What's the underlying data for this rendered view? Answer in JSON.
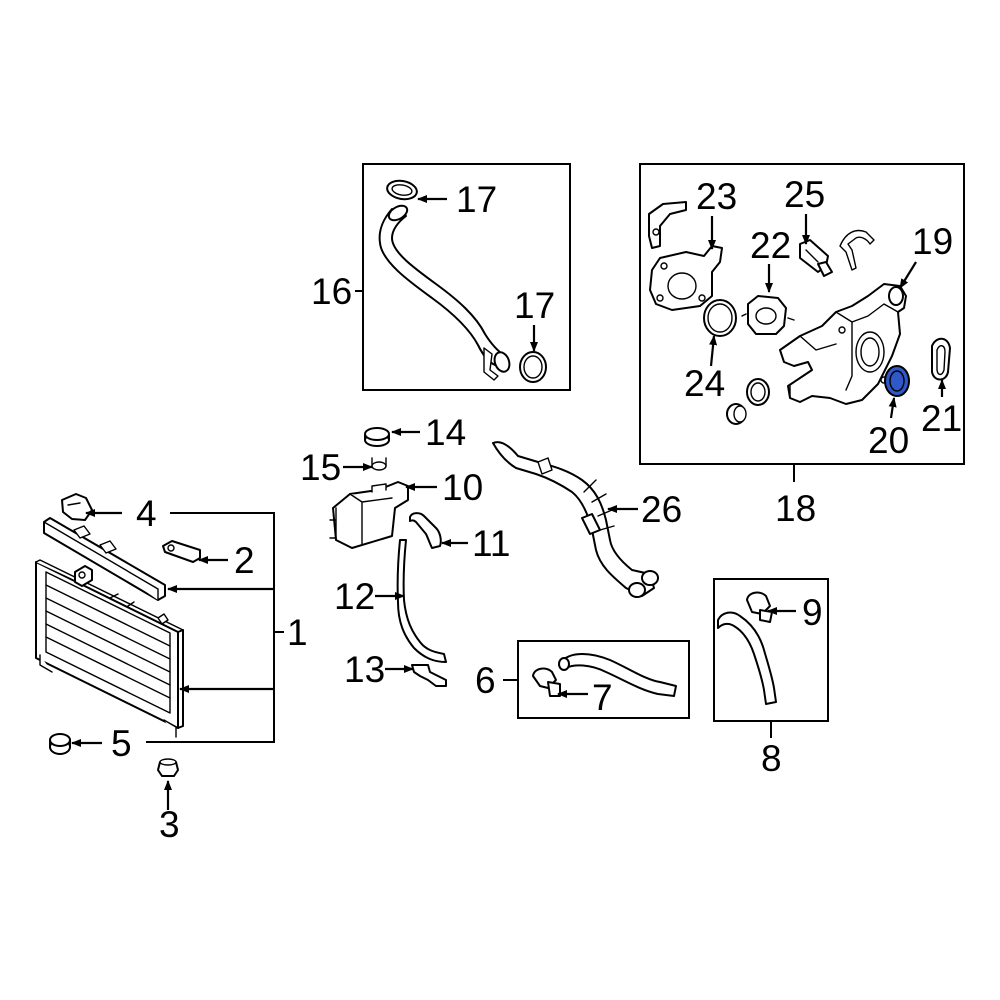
{
  "diagram": {
    "highlight_color": "#2f58c8",
    "highlighted_part": "20",
    "callouts": {
      "c1": "1",
      "c2": "2",
      "c3": "3",
      "c4": "4",
      "c5": "5",
      "c6": "6",
      "c7": "7",
      "c8": "8",
      "c9": "9",
      "c10": "10",
      "c11": "11",
      "c12": "12",
      "c13": "13",
      "c14": "14",
      "c15": "15",
      "c16": "16",
      "c17a": "17",
      "c17b": "17",
      "c18": "18",
      "c19": "19",
      "c20": "20",
      "c21": "21",
      "c22": "22",
      "c23": "23",
      "c24": "24",
      "c25": "25",
      "c26": "26"
    }
  }
}
